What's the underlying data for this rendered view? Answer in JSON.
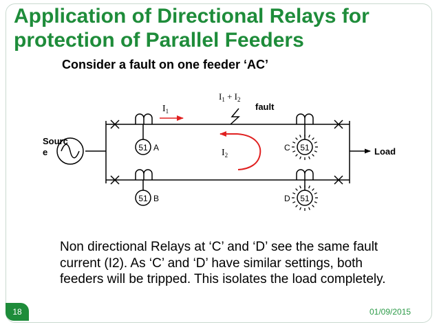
{
  "slide": {
    "title": "Application of Directional Relays for protection of Parallel Feeders",
    "subtitle": "Consider a fault on one feeder ‘AC’",
    "body": "Non directional Relays at ‘C’ and ‘D’ see the same fault current (I2).  As ‘C’ and ‘D’ have similar settings, both feeders will be tripped. This isolates the load completely.",
    "page_number": "18",
    "date": "01/09/2015"
  },
  "diagram": {
    "source_label_line1": "Sourc",
    "source_label_line2": "e",
    "load_label": "Load",
    "fault_label": "fault",
    "fault_current": "I",
    "fault_current_sub1": "1",
    "fault_current_plus": " + I",
    "fault_current_sub2": "2",
    "current_i1": "I",
    "current_i1_sub": "1",
    "current_i2": "I",
    "current_i2_sub": "2",
    "relay_code": "51",
    "relay_a": "A",
    "relay_b": "B",
    "relay_c": "C",
    "relay_d": "D",
    "colors": {
      "title": "#1e8c3a",
      "arrow": "#e02020",
      "line": "#000000"
    }
  }
}
